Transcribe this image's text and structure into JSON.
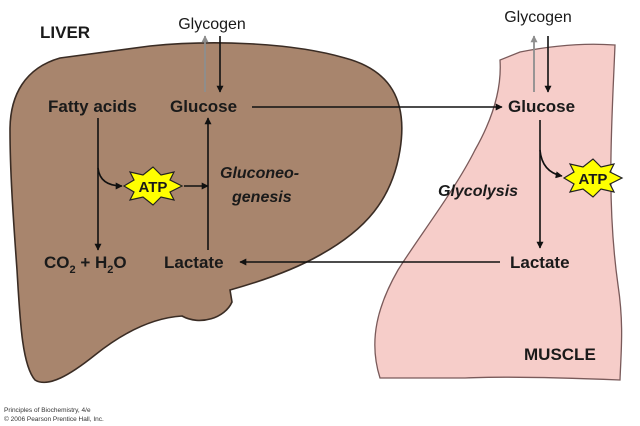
{
  "colors": {
    "liver": "#a8856d",
    "muscle": "#f6cdc9",
    "atp_fill": "#ffff00",
    "arrow": "#111111",
    "reverse_arrow": "#8e8e8e"
  },
  "liver": {
    "title": "LIVER",
    "glycogen": "Glycogen",
    "fatty_acids": "Fatty acids",
    "glucose": "Glucose",
    "atp": "ATP",
    "gluconeogenesis_line1": "Gluconeo-",
    "gluconeogenesis_line2": "genesis",
    "co2_part1": "CO",
    "co2_sub": "2",
    "plus_h": " + H",
    "h2o_sub": "2",
    "o": "O",
    "lactate": "Lactate"
  },
  "muscle": {
    "title": "MUSCLE",
    "glycogen": "Glycogen",
    "glucose": "Glucose",
    "atp": "ATP",
    "glycolysis": "Glycolysis",
    "lactate": "Lactate"
  },
  "caption": {
    "line1": "Principles of Biochemistry, 4/e",
    "line2": "© 2006 Pearson Prentice Hall, Inc."
  }
}
